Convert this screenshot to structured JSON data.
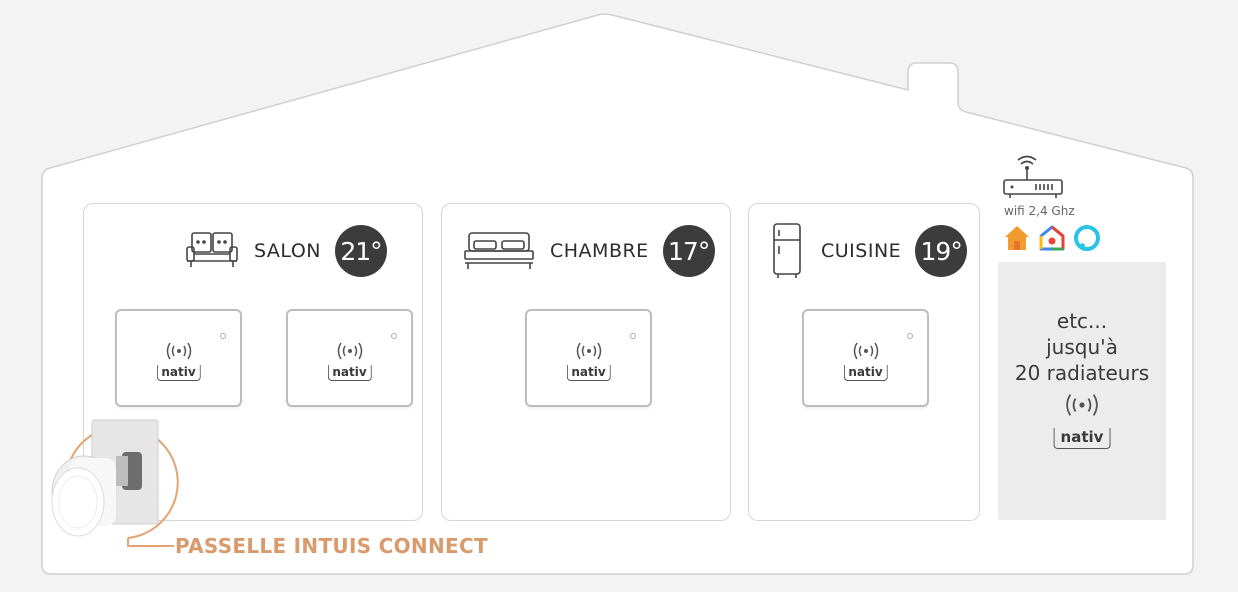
{
  "rooms": [
    {
      "label": "SALON",
      "temp": "21°"
    },
    {
      "label": "CHAMBRE",
      "temp": "17°"
    },
    {
      "label": "CUISINE",
      "temp": "19°"
    }
  ],
  "radiator_brand": "nativ",
  "wifi": {
    "label": "wifi 2,4 Ghz"
  },
  "etc_panel": {
    "line1": "etc...",
    "line2": "jusqu'à",
    "line3": "20 radiateurs"
  },
  "gateway": {
    "label": "PASSELLE INTUIS CONNECT"
  },
  "colors": {
    "background": "#f3f3f3",
    "house_outline": "#d0d0d0",
    "temp_badge": "#3c3c3c",
    "accent_orange": "#e3a373",
    "gateway_label": "#d99a6c"
  },
  "icons": [
    "sofa-icon",
    "bed-icon",
    "fridge-icon",
    "router-icon",
    "home-app-icon",
    "google-home-icon",
    "alexa-icon",
    "signal-waves-icon"
  ]
}
